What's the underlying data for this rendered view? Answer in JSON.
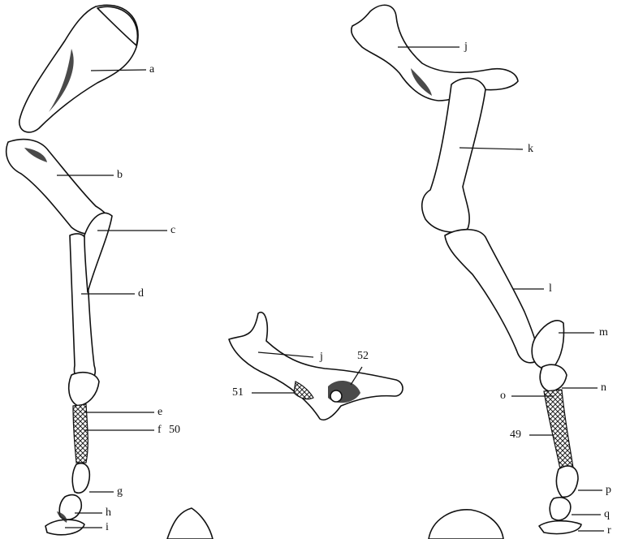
{
  "labels": {
    "a": "a",
    "b": "b",
    "c": "c",
    "d": "d",
    "e": "e",
    "f": "f",
    "n50": "50",
    "g": "g",
    "h": "h",
    "i": "i",
    "j_top": "j",
    "k": "k",
    "l": "l",
    "m": "m",
    "n": "n",
    "o": "o",
    "n49": "49",
    "p": "p",
    "q": "q",
    "r": "r",
    "j_mid": "j",
    "n51": "51",
    "n52": "52"
  }
}
